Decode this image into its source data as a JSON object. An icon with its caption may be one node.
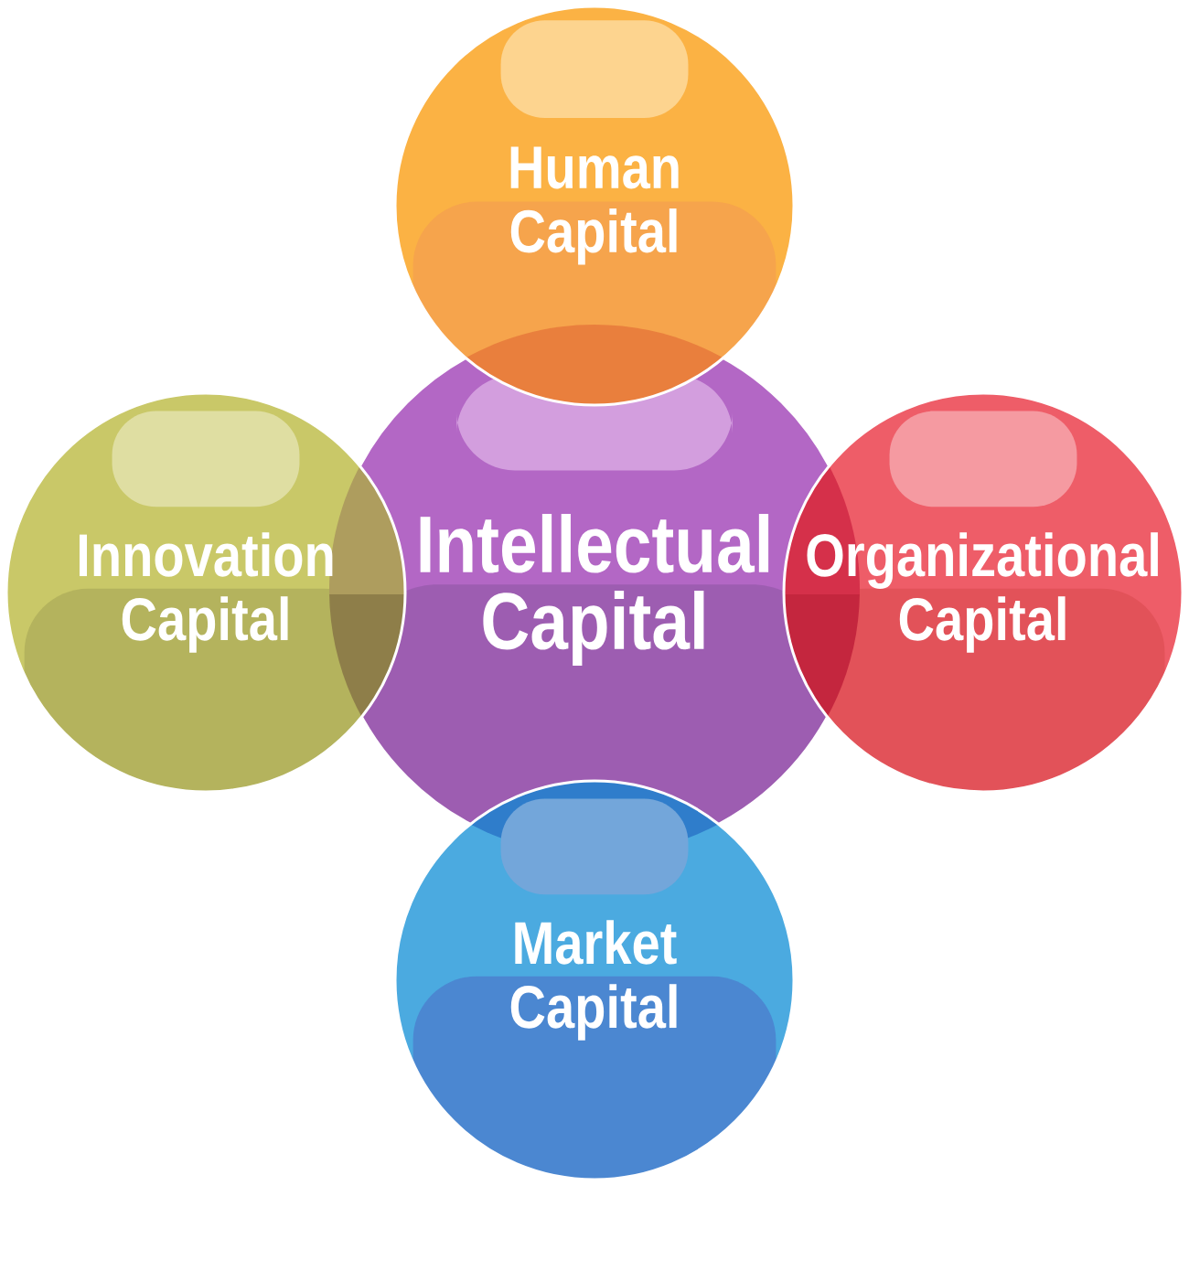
{
  "diagram": {
    "nodes": [
      {
        "text": [
          "Human Capital"
        ]
      },
      {
        "text": [
          "Innovation Capital"
        ]
      },
      {
        "text": [
          "Intellectual Capital"
        ]
      },
      {
        "text": [
          "Organizational Capital"
        ]
      },
      {
        "text": [
          "Market Capital"
        ]
      }
    ]
  }
}
